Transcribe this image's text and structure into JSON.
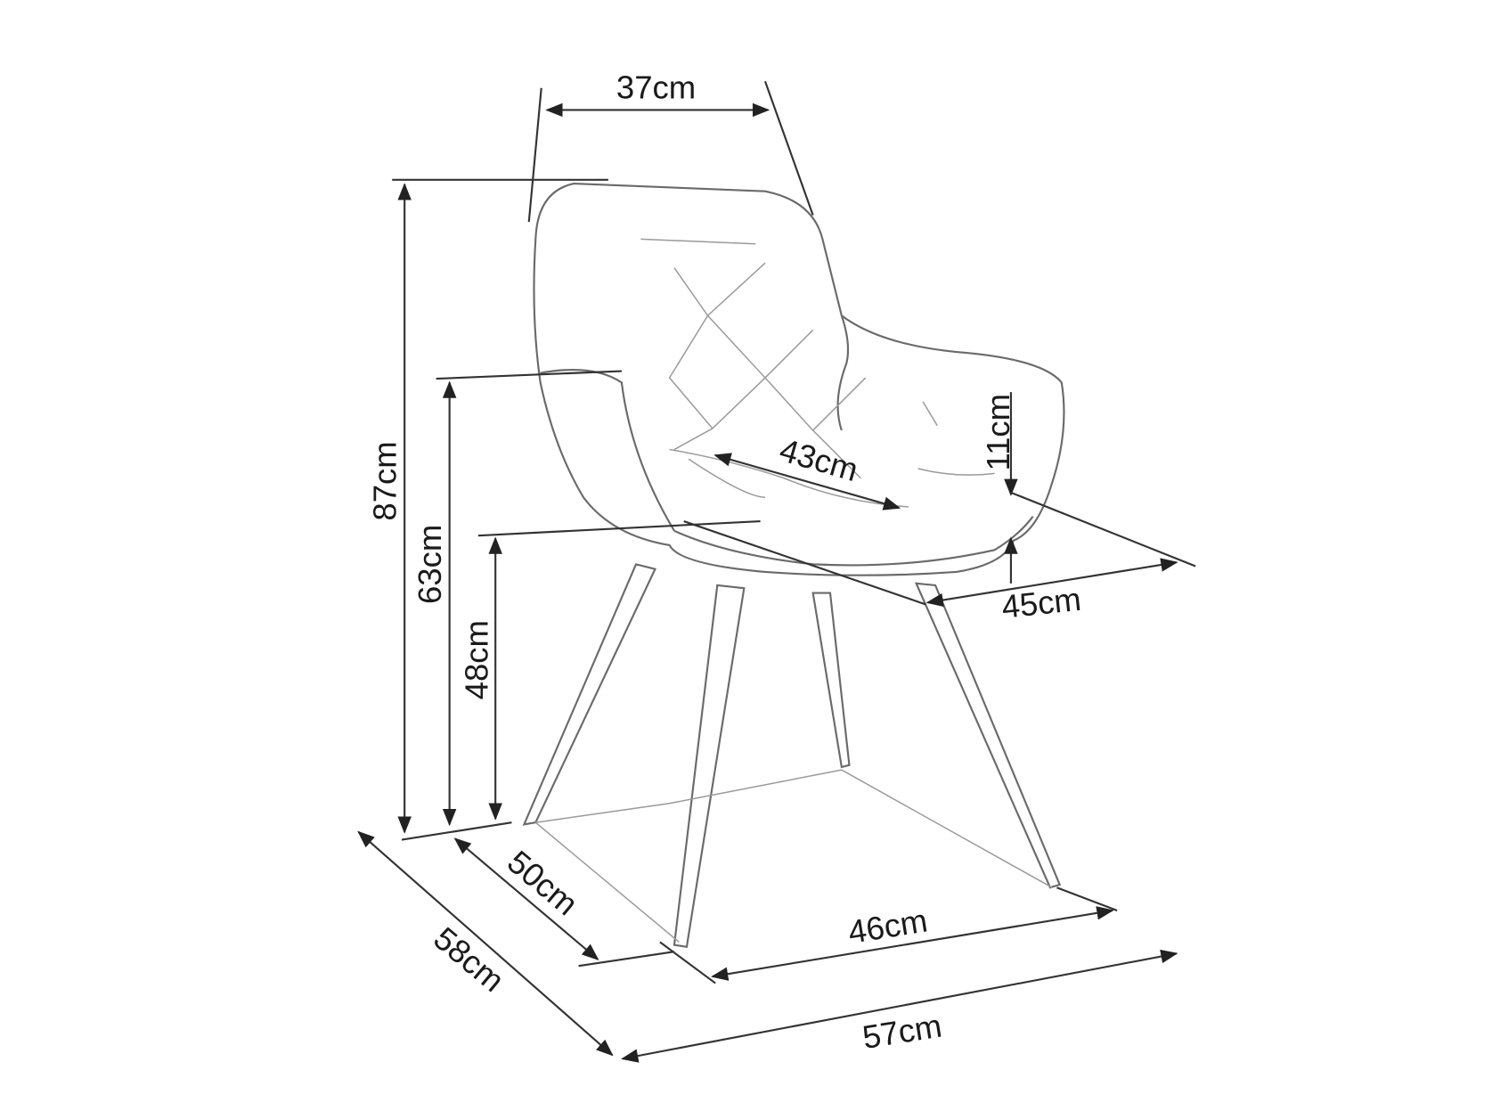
{
  "diagram": {
    "subject": "armchair",
    "dimensions": {
      "back_width": "37cm",
      "total_height": "87cm",
      "armrest_height": "63cm",
      "seat_height": "48cm",
      "seat_depth": "43cm",
      "armrest_above_seat": "11cm",
      "seat_width": "45cm",
      "leg_depth": "50cm",
      "leg_width": "46cm",
      "total_depth": "58cm",
      "total_width": "57cm"
    },
    "colors": {
      "line": "#333333",
      "chair": "#6a6a6a"
    }
  }
}
